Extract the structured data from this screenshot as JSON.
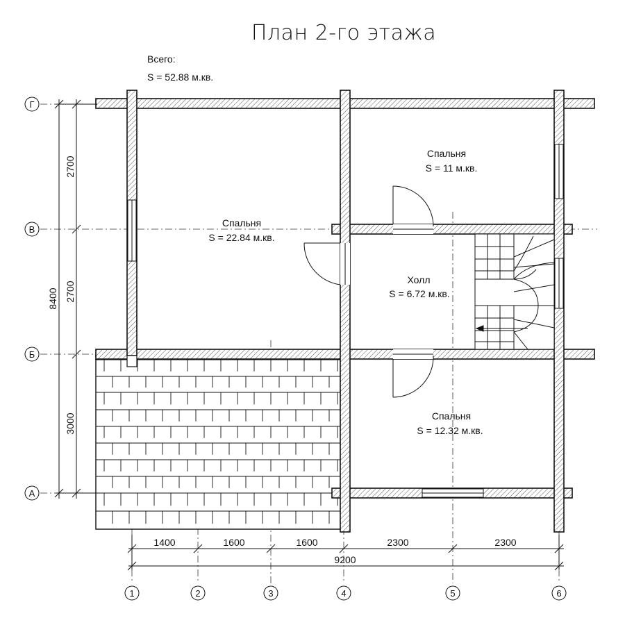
{
  "title": "План 2-го этажа",
  "total": {
    "label": "Всего:",
    "area": "S   =  52.88 м.кв."
  },
  "rooms": [
    {
      "name": "Спальня",
      "area": "S   =  22.84 м.кв."
    },
    {
      "name": "Спальня",
      "area": "S   =  11 м.кв."
    },
    {
      "name": "Холл",
      "area": "S   =  6.72 м.кв."
    },
    {
      "name": "Спальня",
      "area": "S   =  12.32 м.кв."
    }
  ],
  "row_axes": [
    "Г",
    "В",
    "Б",
    "А"
  ],
  "col_axes": [
    "1",
    "2",
    "3",
    "4",
    "5",
    "6"
  ],
  "vertical_dims": [
    "2700",
    "2700",
    "3000"
  ],
  "vertical_total": "8400",
  "horizontal_dims": [
    "1400",
    "1600",
    "1600",
    "2300",
    "2300"
  ],
  "horizontal_total": "9200"
}
